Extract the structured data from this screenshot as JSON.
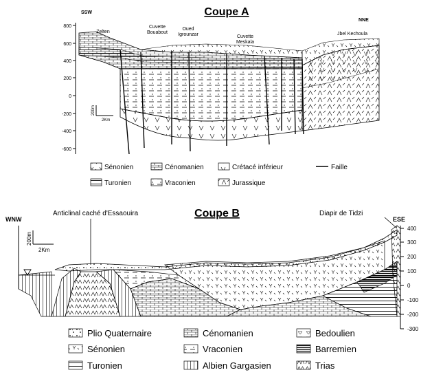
{
  "coupe_a": {
    "title": "Coupe A",
    "orient_left": "SSW",
    "orient_right": "NNE",
    "y_ticks": [
      "800",
      "600",
      "400",
      "200",
      "0",
      "-200",
      "-400",
      "-600"
    ],
    "places": [
      "Zelten",
      "Cuvette",
      "Bouabout",
      "Oued",
      "Igrounzar",
      "Cuvette",
      "Meskala",
      "Jbel Kechoula"
    ],
    "scale_v": "200m",
    "scale_h": "2Km",
    "legend": [
      "Sénonien",
      "Cénomanien",
      "Crétacé inférieur",
      "Faille",
      "Turonien",
      "Vraconien",
      "Jurassique"
    ]
  },
  "coupe_b": {
    "title": "Coupe B",
    "orient_left": "WNW",
    "orient_right": "ESE",
    "anticline_label": "Anticlinal caché d'Essaouira",
    "diapir_label": "Diapir de Tidzi",
    "y_ticks": [
      "400",
      "300",
      "200",
      "100",
      "0",
      "-100",
      "-200",
      "-300"
    ],
    "scale_v": "200m",
    "scale_h": "2Km",
    "legend": [
      "Plio Quaternaire",
      "Cénomanien",
      "Bedoulien",
      "Sénonien",
      "Vraconien",
      "Barremien",
      "Turonien",
      "Albien Gargasien",
      "Trias"
    ]
  }
}
